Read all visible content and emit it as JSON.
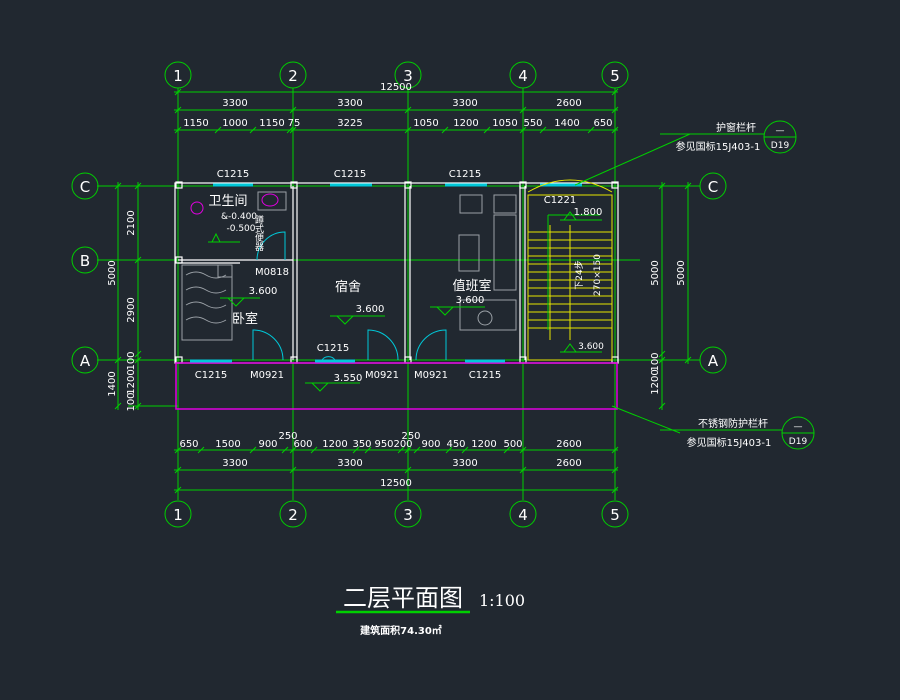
{
  "axes": {
    "top_numbers": [
      "1",
      "2",
      "3",
      "4",
      "5"
    ],
    "bottom_numbers": [
      "1",
      "2",
      "3",
      "4",
      "5"
    ],
    "letters_left": [
      "C",
      "B",
      "A"
    ],
    "letters_right": [
      "C",
      "A"
    ]
  },
  "dims": {
    "top_total": "12500",
    "top_row1": [
      "3300",
      "3300",
      "3300",
      "2600"
    ],
    "top_row2": [
      "1150",
      "1000",
      "1150",
      "75",
      "3225",
      "1050",
      "1200",
      "1050",
      "550",
      "1400",
      "650"
    ],
    "bot_row1": [
      "650",
      "1500",
      "900",
      "250",
      "600",
      "1200",
      "350",
      "950",
      "200",
      "250",
      "900",
      "450",
      "1200",
      "500",
      "2600"
    ],
    "bot_row2": [
      "3300",
      "3300",
      "3300",
      "2600"
    ],
    "bot_total": "12500",
    "left_outer": [
      "5000",
      "1400"
    ],
    "left_inner": [
      "2100",
      "2900",
      "100",
      "1200",
      "100"
    ],
    "right_outer": [
      "5000"
    ],
    "right_inner": [
      "5000",
      "1200",
      "100"
    ]
  },
  "labels": {
    "windows_top": [
      "C1215",
      "C1215",
      "C1215",
      "C1221"
    ],
    "windows_bottom": [
      "C1215",
      "C1215",
      "C1215"
    ],
    "doors": [
      "M0921",
      "M0921",
      "M0921",
      "M0818"
    ],
    "rooms": {
      "wc": "卫生间",
      "bedroom": "卧室",
      "dorm": "宿舍",
      "duty": "值班室",
      "wc_levels": [
        "&-0.400",
        "-0.500"
      ],
      "wc_note": "蹲式便器",
      "l1": "3.600",
      "l2": "3.600",
      "l3": "3.600",
      "l4": "3.550",
      "l5": "1.800",
      "l6": "3.600",
      "stair_text": "下24步",
      "stair_dim": "270×150"
    },
    "callout1_line1": "护窗栏杆",
    "callout1_line2": "参见国标15J403-1",
    "callout1_top": "—",
    "callout1_bot": "D19",
    "callout2_line1": "不锈钢防护栏杆",
    "callout2_line2": "参见国标15J403-1",
    "callout2_top": "—",
    "callout2_bot": "D19"
  },
  "title": {
    "main": "二层平面图",
    "scale": "1:100",
    "area": "建筑面积74.30㎡"
  }
}
